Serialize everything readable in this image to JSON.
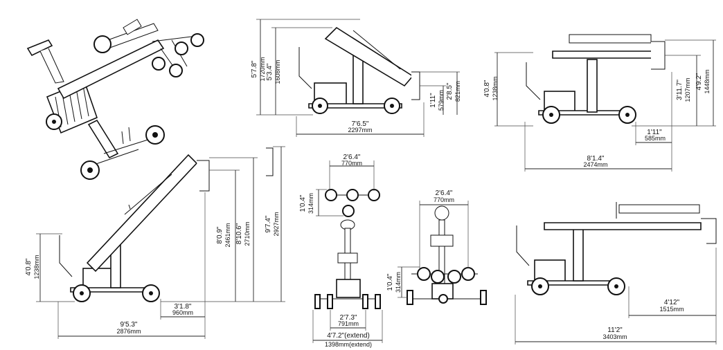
{
  "views": {
    "side_view_stowed": {
      "height_total": {
        "imperial": "5'7.8\"",
        "metric": "1720mm"
      },
      "height_mast": {
        "imperial": "5'3.4\"",
        "metric": "1608mm"
      },
      "cup_height_low": {
        "imperial": "1'11\"",
        "metric": "579mm"
      },
      "cup_height_high": {
        "imperial": "2'8.5\"",
        "metric": "821mm"
      },
      "length": {
        "imperial": "7'6.5\"",
        "metric": "2297mm"
      }
    },
    "side_view_horizontal": {
      "handle_height": {
        "imperial": "4'0.8\"",
        "metric": "1238mm"
      },
      "cup_height_low": {
        "imperial": "3'11.7\"",
        "metric": "1207mm"
      },
      "cup_height_high": {
        "imperial": "4'9.2\"",
        "metric": "1448mm"
      },
      "overhang": {
        "imperial": "1'11\"",
        "metric": "585mm"
      },
      "length": {
        "imperial": "8'1.4\"",
        "metric": "2474mm"
      }
    },
    "side_view_raised": {
      "handle_height": {
        "imperial": "4'0.8\"",
        "metric": "1238mm"
      },
      "cup_height_1": {
        "imperial": "8'0.9\"",
        "metric": "2461mm"
      },
      "cup_height_2": {
        "imperial": "8'10.6\"",
        "metric": "2710mm"
      },
      "max_height": {
        "imperial": "9'7.4\"",
        "metric": "2927mm"
      },
      "overhang": {
        "imperial": "3'1.8\"",
        "metric": "960mm"
      },
      "length": {
        "imperial": "9'5.3\"",
        "metric": "2876mm"
      }
    },
    "front_view_narrow": {
      "cup_span": {
        "imperial": "2'6.4\"",
        "metric": "770mm"
      },
      "cup_offset": {
        "imperial": "1'0.4\"",
        "metric": "314mm"
      },
      "track_width": {
        "imperial": "2'7.3\"",
        "metric": "791mm"
      },
      "track_width_extended": {
        "imperial": "4'7.2\"(extend)",
        "metric": "1398mm(extend)"
      }
    },
    "front_view_wide": {
      "cup_span": {
        "imperial": "2'6.4\"",
        "metric": "770mm"
      },
      "cup_offset": {
        "imperial": "1'0.4\"",
        "metric": "314mm"
      }
    },
    "side_view_extended": {
      "overhang": {
        "imperial": "4'12\"",
        "metric": "1515mm"
      },
      "length": {
        "imperial": "11'2\"",
        "metric": "3403mm"
      }
    }
  }
}
